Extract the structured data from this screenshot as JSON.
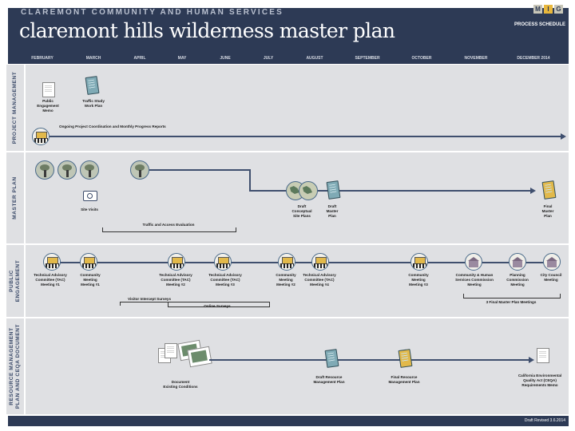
{
  "header": {
    "org": "CLAREMONT COMMUNITY AND HUMAN SERVICES",
    "title": "claremont hills wilderness master plan",
    "logo": [
      "M",
      "I",
      "G"
    ],
    "logo_colors": [
      "#c8c6b8",
      "#e8b73c",
      "#c8c6b8"
    ],
    "schedule_label": "PROCESS SCHEDULE"
  },
  "months": [
    "FEBRUARY",
    "MARCH",
    "APRIL",
    "MAY",
    "JUNE",
    "JULY",
    "AUGUST",
    "SEPTEMBER",
    "OCTOBER",
    "NOVEMBER",
    "DECEMBER 2014"
  ],
  "bands": {
    "project_management": "PROJECT MANAGEMENT",
    "master_plan": "MASTER PLAN",
    "public_engagement": "PUBLIC\nENGAGEMENT",
    "resource_management": "RESOURCE MANAGEMENT\nPLAN AND CEQA DOCUMENT"
  },
  "project_management": {
    "public_memo": "Public\nEngagement\nMemo",
    "traffic_study": "Traffic Study\nWork Plan",
    "ongoing": "Ongoing Project Coordination and Monthly Progress Reports"
  },
  "master_plan": {
    "site_visits": "Site Visits",
    "traffic_eval": "Traffic and Access Evaluation",
    "draft_conceptual": "Draft\nConceptual\nSite Plans",
    "draft_master": "Draft\nMaster\nPlan",
    "final_master": "Final\nMaster\nPlan"
  },
  "public_engagement": {
    "tac1": "Technical Advisory\nCommittee (TAC)\nMeeting #1",
    "cm1": "Community\nMeeting\nMeeting #1",
    "tac2": "Technical Advisory\nCommittee (TAC)\nMeeting #2",
    "tac3": "Technical Advisory\nCommittee (TAC)\nMeeting #3",
    "cm2": "Community\nMeeting\nMeeting #2",
    "tac4": "Technical Advisory\nCommittee (TAC)\nMeeting #4",
    "cm3": "Community\nMeeting\nMeeting #3",
    "chs": "Community & Human\nServices Commission\nMeeting",
    "planning": "Planning\nCommission\nMeeting",
    "council": "City Council\nMeeting",
    "visitor_surveys": "Visitor Intercept Surveys",
    "online_surveys": "Online Surveys",
    "final_meetings": "3 Final Master Plan Meetings"
  },
  "resource_management": {
    "existing": "Document\nExisting Conditions",
    "draft_rmp": "Draft Resource\nManagement Plan",
    "final_rmp": "Final Resource\nManagement Plan",
    "ceqa": "California Environmental\nQuality Act (CEQA)\nRequirements Memo"
  },
  "footer": {
    "draft": "Draft Revised 3.6.2014"
  },
  "colors": {
    "navy": "#2d3a55",
    "band": "#dfe0e3",
    "accent_yellow": "#e2b94a",
    "document_teal": "#7faab5"
  }
}
